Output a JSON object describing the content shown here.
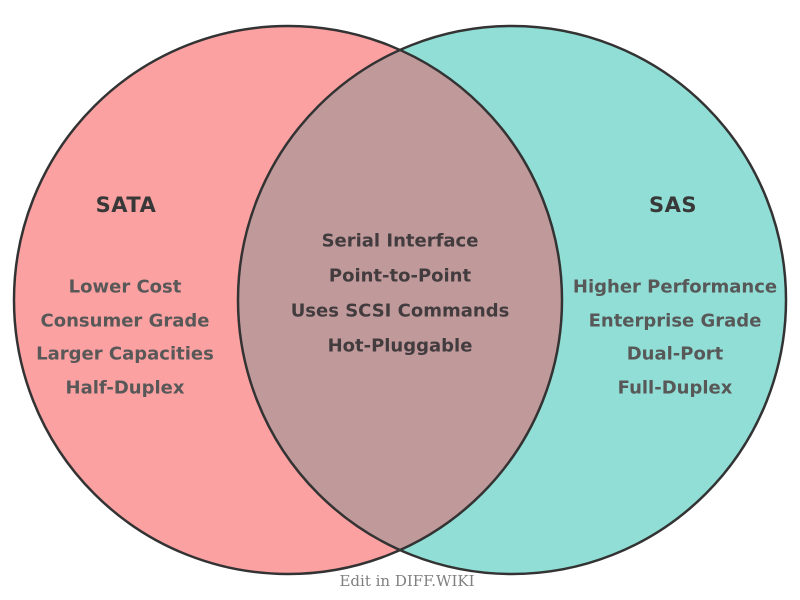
{
  "venn": {
    "left": {
      "title": "SATA",
      "items": [
        "Lower Cost",
        "Consumer Grade",
        "Larger Capacities",
        "Half-Duplex"
      ]
    },
    "right": {
      "title": "SAS",
      "items": [
        "Higher Performance",
        "Enterprise Grade",
        "Dual-Port",
        "Full-Duplex"
      ]
    },
    "overlap": {
      "items": [
        "Serial Interface",
        "Point-to-Point",
        "Uses SCSI Commands",
        "Hot-Pluggable"
      ]
    }
  },
  "caption": "Edit in DIFF.WIKI",
  "colors": {
    "left_fill": "#fca1a1",
    "right_fill": "#90ded5",
    "overlap_fill": "#c0999b",
    "outline": "#333333"
  }
}
